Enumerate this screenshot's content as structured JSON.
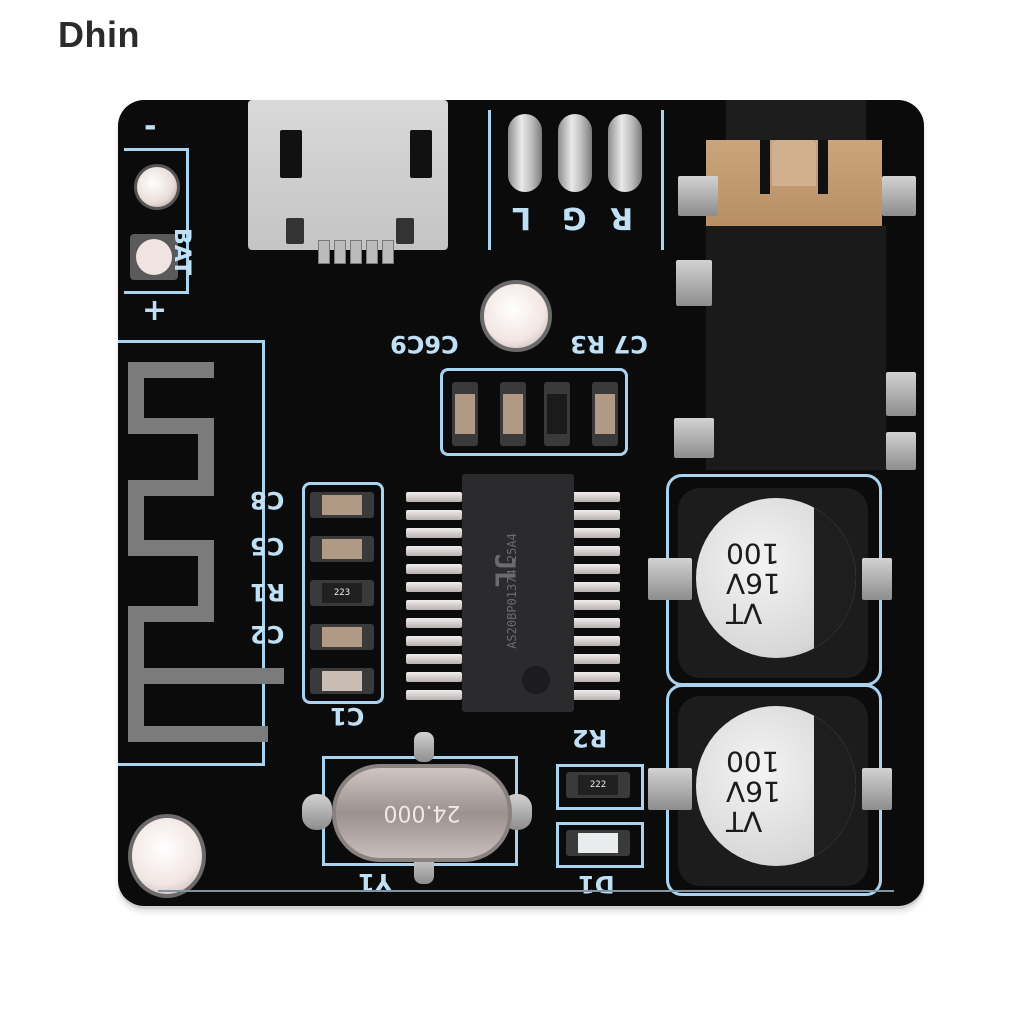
{
  "watermark": {
    "text": "Dhin"
  },
  "board": {
    "description": "Bluetooth audio receiver module PCB",
    "colors": {
      "pcb": "#0b0b0c",
      "silkscreen": "#bfe0f5",
      "jack_gold": "#b88f66"
    },
    "battery": {
      "minus_label": "-",
      "plus_label": "+",
      "label": "BAT"
    },
    "speaker_header": {
      "labels": [
        "R",
        "G",
        "L"
      ]
    },
    "top_passives_labels": {
      "left": "C6C9",
      "right": "C7 R3"
    },
    "left_passives_labels": [
      "C8",
      "C5",
      "R1",
      "C2",
      "C1"
    ],
    "r1_code": "223",
    "r2": {
      "label": "R2",
      "code": "222"
    },
    "led": {
      "label": "D1"
    },
    "crystal": {
      "label": "Y1",
      "value": "24.000"
    },
    "ic": {
      "logo": "JL",
      "marking": "AS20BP01374-25A4"
    },
    "capacitors": [
      {
        "value": "100",
        "voltage": "16V",
        "series": "VT"
      },
      {
        "value": "100",
        "voltage": "16V",
        "series": "VT"
      }
    ]
  }
}
